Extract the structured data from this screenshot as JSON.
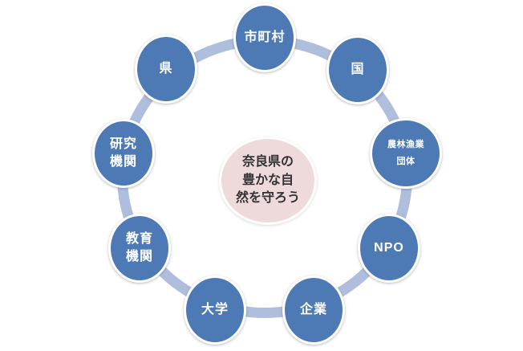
{
  "diagram": {
    "title": "Nara Prefecture nature conservation stakeholder cycle",
    "center": {
      "label": "奈良県の\n豊かな自\n然を守ろう"
    },
    "nodes": [
      {
        "id": "municipalities",
        "label": "市町村"
      },
      {
        "id": "national-government",
        "label": "国"
      },
      {
        "id": "agriculture-forestry-fisheries-organizations",
        "label": "農林漁業\n団体"
      },
      {
        "id": "npo",
        "label": "NPO"
      },
      {
        "id": "companies",
        "label": "企業"
      },
      {
        "id": "universities",
        "label": "大学"
      },
      {
        "id": "educational-institutions",
        "label": "教育\n機関"
      },
      {
        "id": "research-institutions",
        "label": "研究\n機関"
      },
      {
        "id": "prefecture",
        "label": "県"
      }
    ],
    "colors": {
      "node_fill": "#4d7ab4",
      "node_text": "#ffffff",
      "node_border": "#ffffff",
      "ring": "#b0bedd",
      "center_fill": "#eedadb",
      "center_text": "#333333"
    }
  }
}
